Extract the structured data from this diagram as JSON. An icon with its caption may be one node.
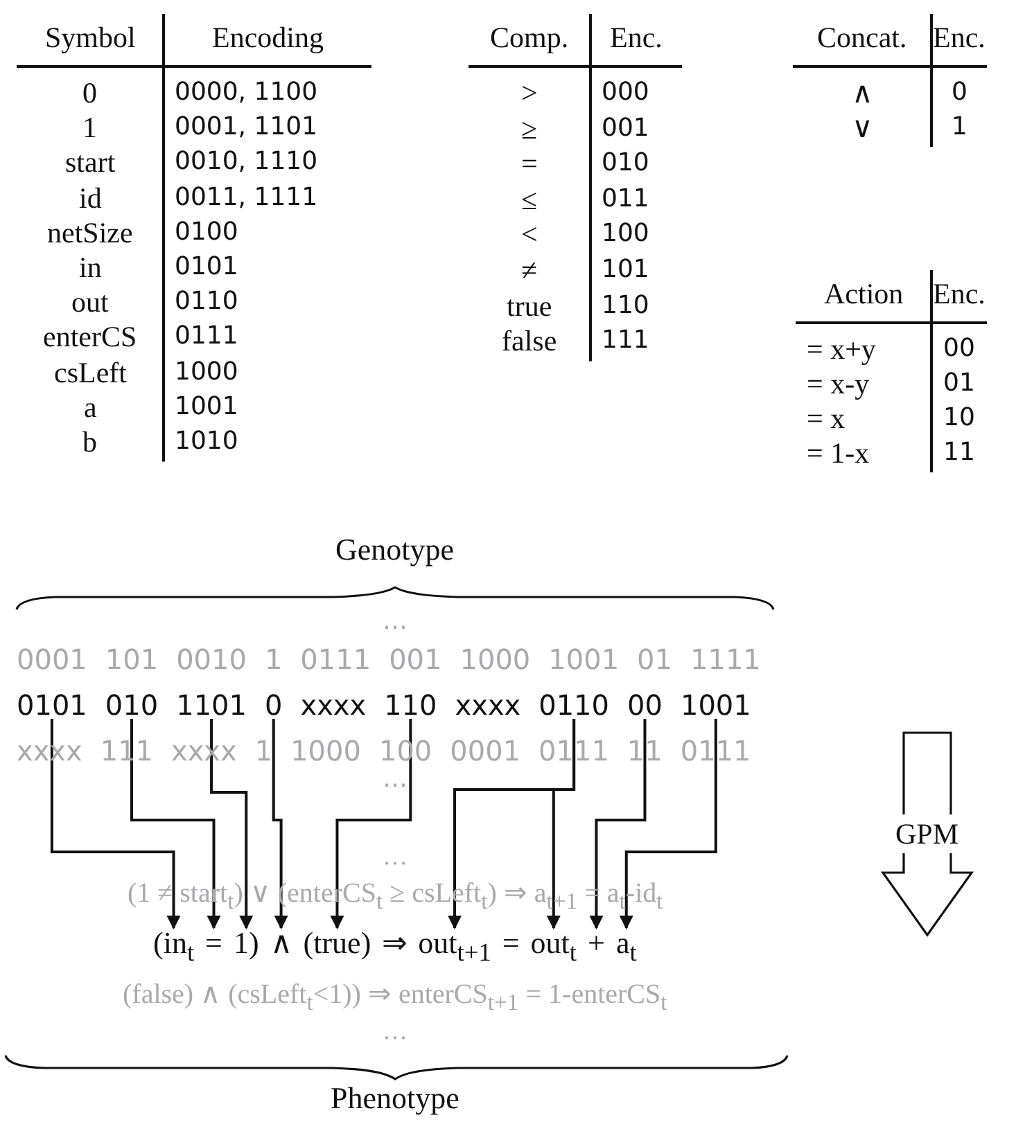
{
  "diagram": {
    "nodes": [
      {
        "text": [
          "0101"
        ]
      },
      {
        "text": [
          "010"
        ]
      },
      {
        "text": [
          "1101"
        ]
      },
      {
        "text": [
          "0"
        ]
      },
      {
        "text": [
          "110"
        ]
      },
      {
        "text": [
          "0110"
        ]
      },
      {
        "text": [
          "00"
        ]
      },
      {
        "text": [
          "1001"
        ]
      },
      {
        "text": [
          "GPM"
        ]
      },
      {
        "text": [
          "(in$_{t}$"
        ]
      },
      {
        "text": [
          "="
        ]
      },
      {
        "text": [
          "1)"
        ]
      },
      {
        "text": [
          "∧"
        ]
      },
      {
        "text": [
          "(true)"
        ]
      },
      {
        "text": [
          "out$_{t+1}$"
        ]
      },
      {
        "text": [
          "out$_{t}$"
        ]
      },
      {
        "text": [
          "+"
        ]
      },
      {
        "text": [
          "a$_{t}$"
        ]
      }
    ],
    "edges": [
      {
        "from": 0,
        "to": 9,
        "arrow": "to"
      },
      {
        "from": 1,
        "to": 10,
        "arrow": "to"
      },
      {
        "from": 2,
        "to": 11,
        "arrow": "to"
      },
      {
        "from": 3,
        "to": 12,
        "arrow": "to"
      },
      {
        "from": 4,
        "to": 13,
        "arrow": "to"
      },
      {
        "from": 5,
        "to": 14,
        "arrow": "to"
      },
      {
        "from": 5,
        "to": 15,
        "arrow": "to"
      },
      {
        "from": 6,
        "to": 16,
        "arrow": "to"
      },
      {
        "from": 7,
        "to": 17,
        "arrow": "to"
      }
    ],
    "labels": [
      "Symbol",
      "Encoding",
      "0",
      "0000, 1100",
      "1",
      "0001, 1101",
      "start",
      "0010, 1110",
      "id",
      "0011, 1111",
      "netSize",
      "0100",
      "in",
      "0101",
      "out",
      "0110",
      "enterCS",
      "0111",
      "csLeft",
      "1000",
      "a",
      "1001",
      "b",
      "1010",
      "Comp.",
      "Enc.",
      ">",
      "000",
      "≥",
      "001",
      "=",
      "010",
      "≤",
      "011",
      "<",
      "100",
      "≠",
      "101",
      "true",
      "110",
      "false",
      "111",
      "Concat.",
      "Enc.",
      "∧",
      "0",
      "∨",
      "1",
      "Action",
      "Enc.",
      "= x+y",
      "00",
      "= x-y",
      "01",
      "= x",
      "10",
      "= 1-x",
      "11",
      "Genotype",
      "…",
      "0001 101 0010 1 0111 001 1000 1001 01 1111",
      "xxxx",
      "xxxx",
      "xxxx 111 xxxx 1 1000 100 0001 0111 11 0111",
      "…",
      "…",
      "(1 ≠ start$_{t}$) ∨ (enterCS$_{t}$ ≥ csLeft$_{t}$) ⇒ a$_{t+1}$ = a$_{t}$-id$_{t}$",
      "⇒",
      "=",
      "(false) ∧ (csLeft$_{t}$<1)) ⇒ enterCS$_{t+1}$ = 1-enterCS$_{t}$",
      "…",
      "Phenotype"
    ]
  }
}
